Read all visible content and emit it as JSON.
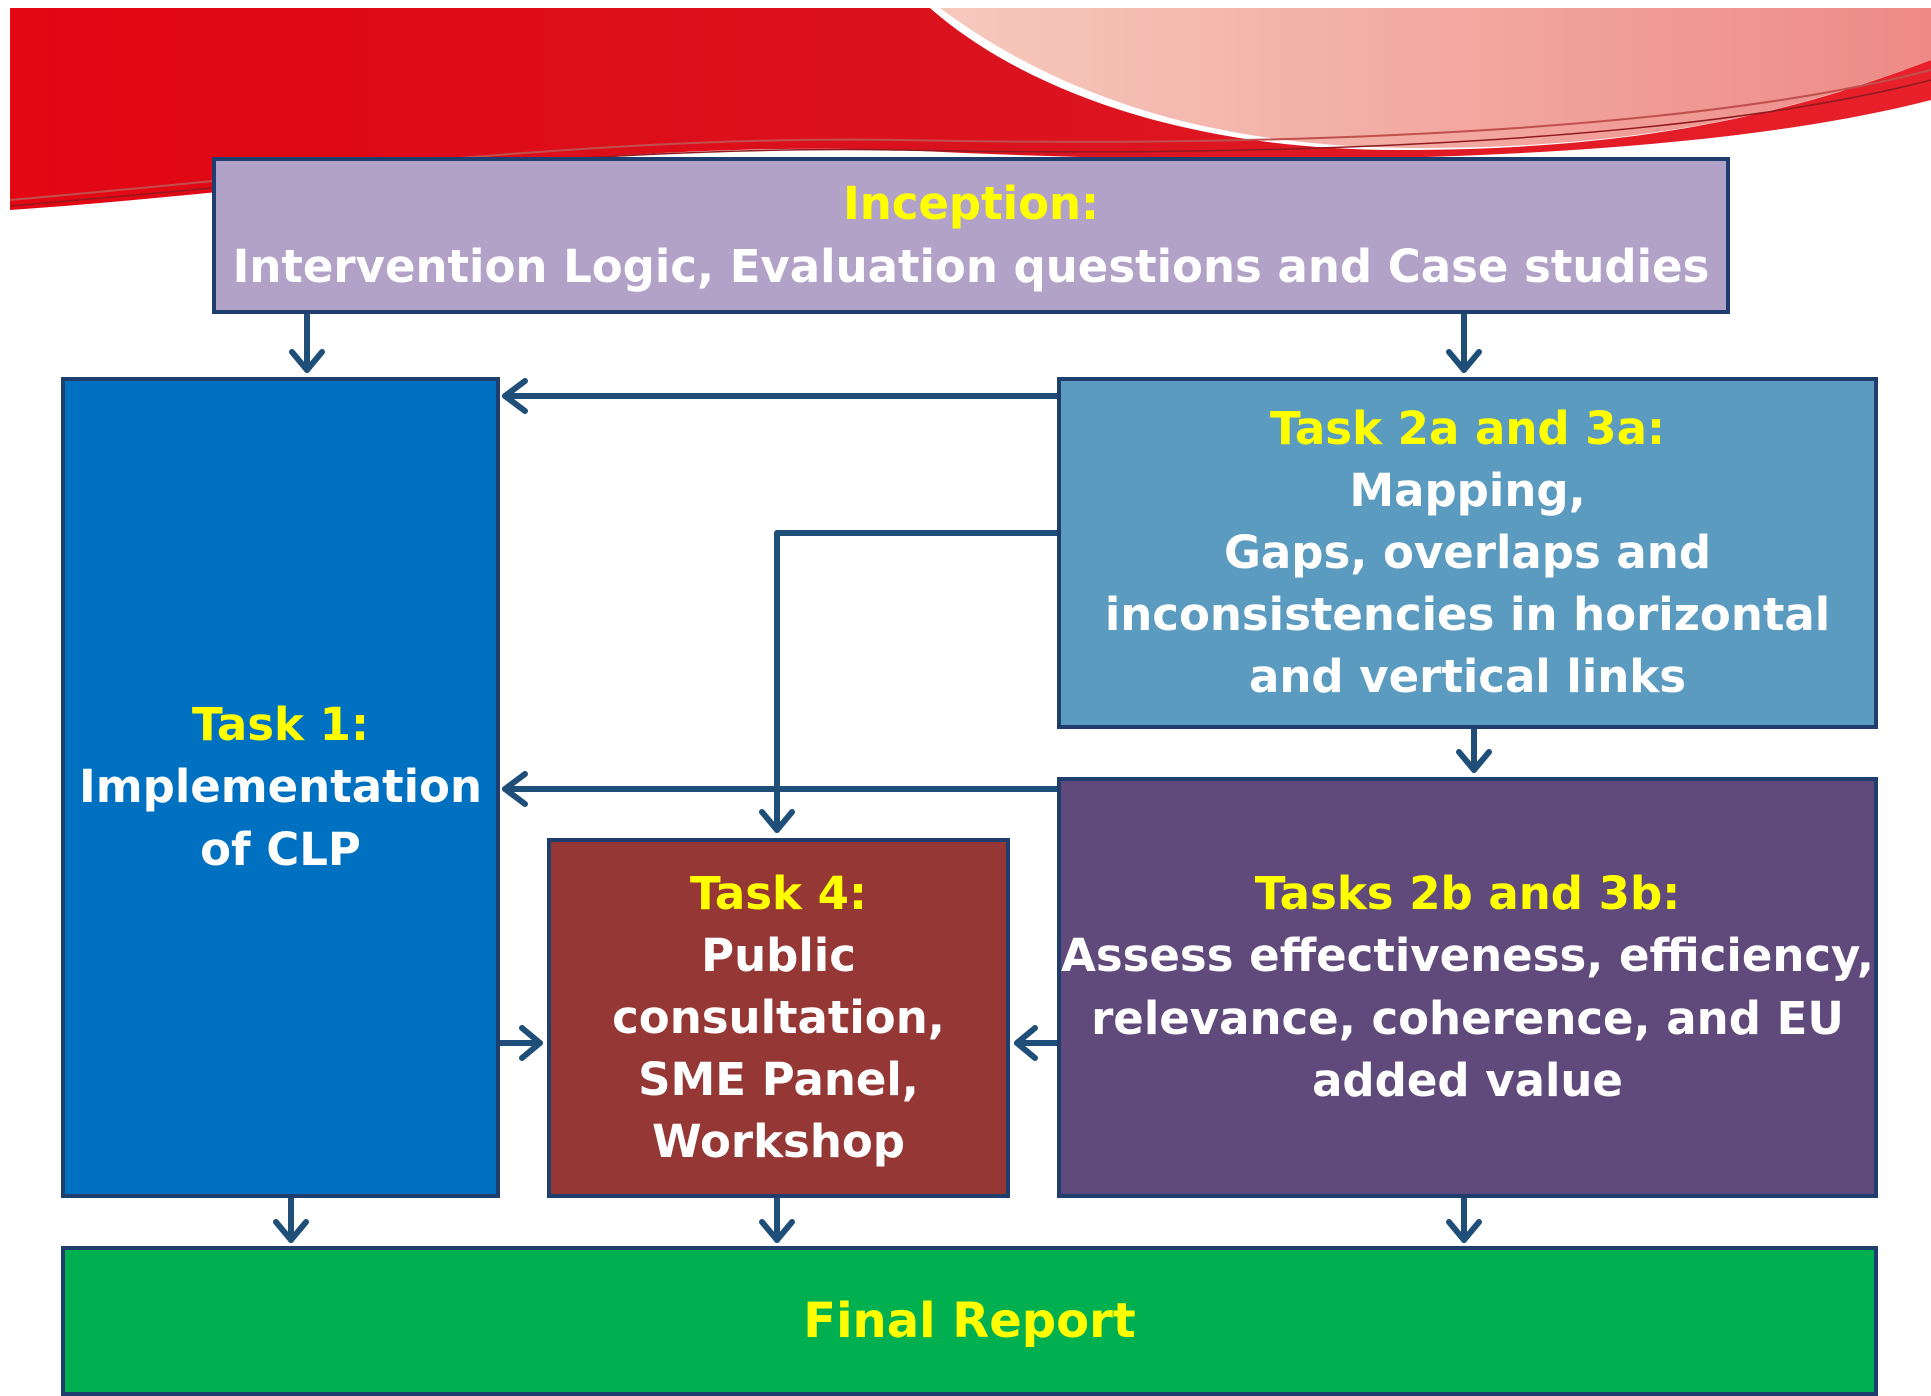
{
  "colors": {
    "inception_fill": "#b2a2c7",
    "task1_fill": "#0070c0",
    "task2a_fill": "#5b9bbf",
    "task2b_fill": "#604a7b",
    "task4_fill": "#953735",
    "final_fill": "#00b050",
    "border": "#1f3e6e",
    "arrow": "#1f4e79",
    "heading_text": "#ffff00",
    "body_text": "#ffffff"
  },
  "inception": {
    "heading": "Inception:",
    "lines": [
      "Intervention Logic, Evaluation questions and Case studies"
    ]
  },
  "task1": {
    "heading": "Task 1:",
    "lines": [
      "Implementation",
      "of CLP"
    ]
  },
  "task2a": {
    "heading": "Task 2a and 3a:",
    "lines": [
      "Mapping,",
      "Gaps, overlaps and",
      "inconsistencies in horizontal",
      "and vertical links"
    ]
  },
  "task2b": {
    "heading": "Tasks 2b and 3b:",
    "lines": [
      "Assess effectiveness, efficiency,",
      "relevance, coherence, and EU",
      "added value"
    ]
  },
  "task4": {
    "heading": "Task 4:",
    "lines": [
      "Public",
      "consultation,",
      "SME Panel,",
      "Workshop"
    ]
  },
  "final": {
    "heading": "Final Report"
  }
}
